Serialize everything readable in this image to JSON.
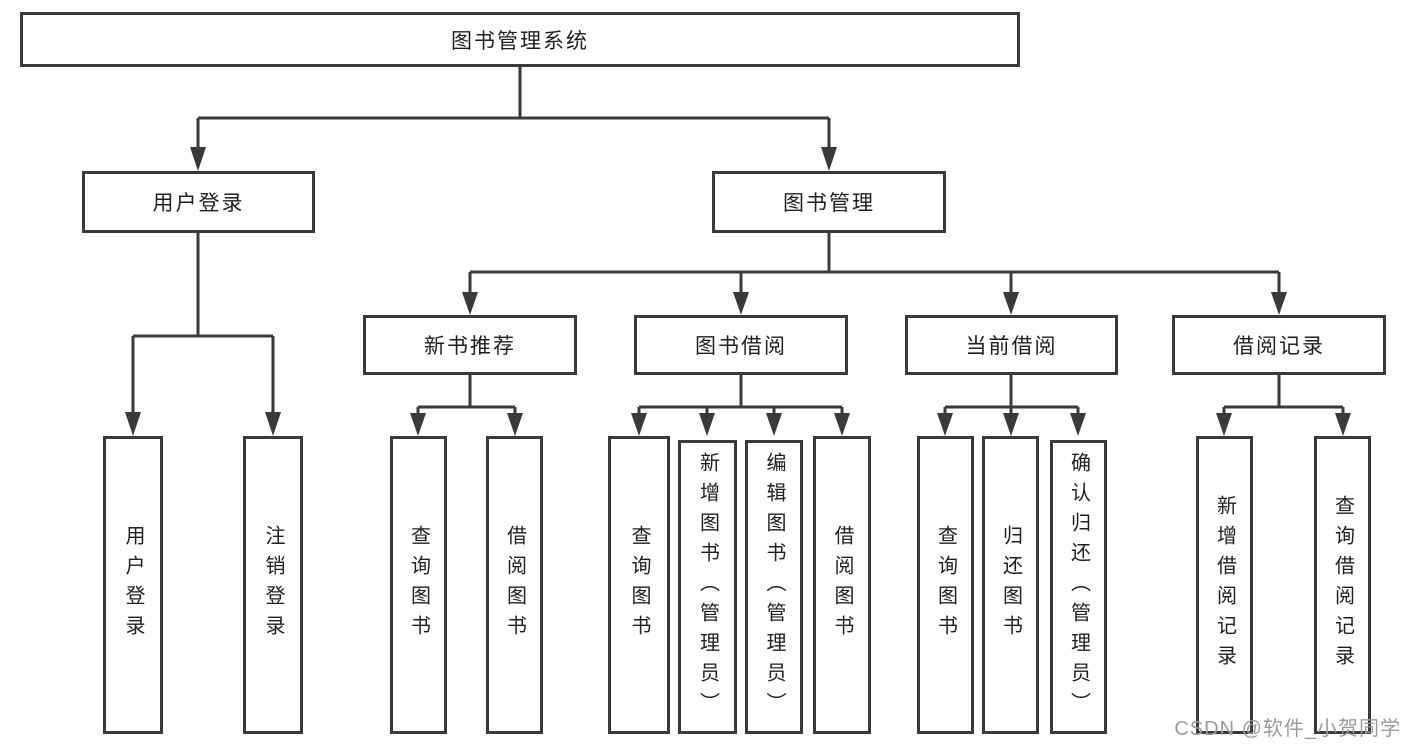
{
  "diagram": {
    "title": "图书管理系统",
    "root": {
      "label": "图书管理系统"
    },
    "level2": {
      "user_login": {
        "label": "用户登录"
      },
      "book_management": {
        "label": "图书管理"
      }
    },
    "level3": {
      "new_book_recommend": {
        "label": "新书推荐"
      },
      "book_borrowing": {
        "label": "图书借阅"
      },
      "current_borrowing": {
        "label": "当前借阅"
      },
      "borrowing_records": {
        "label": "借阅记录"
      }
    },
    "leaves": {
      "user_login": [
        {
          "label": "用户登录"
        },
        {
          "label": "注销登录"
        }
      ],
      "new_book_recommend": [
        {
          "label": "查询图书"
        },
        {
          "label": "借阅图书"
        }
      ],
      "book_borrowing": [
        {
          "label": "查询图书"
        },
        {
          "label": "新增图书（管理员）"
        },
        {
          "label": "编辑图书（管理员）"
        },
        {
          "label": "借阅图书"
        }
      ],
      "current_borrowing": [
        {
          "label": "查询图书"
        },
        {
          "label": "归还图书"
        },
        {
          "label": "确认归还（管理员）"
        }
      ],
      "borrowing_records": [
        {
          "label": "新增借阅记录"
        },
        {
          "label": "查询借阅记录"
        }
      ]
    }
  },
  "watermark": {
    "text": "CSDN @软件_小贺同学",
    "color": "#9b9b9b"
  },
  "colors": {
    "line": "#3a3a3a",
    "box_border": "#3a3a3a",
    "text": "#1f1f1f",
    "background": "#ffffff"
  }
}
